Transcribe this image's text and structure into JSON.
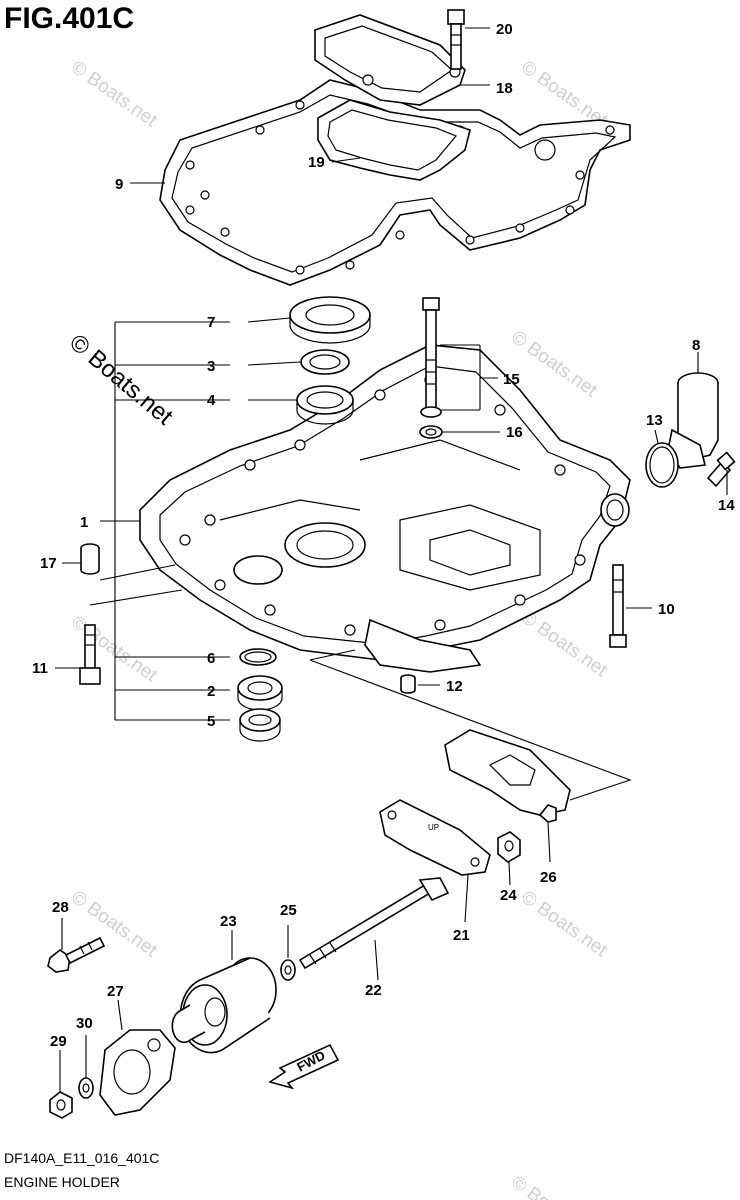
{
  "figure": {
    "title": "FIG.401C",
    "code": "DF140A_E11_016_401C",
    "caption": "ENGINE HOLDER"
  },
  "watermark": {
    "text": "© Boats.net",
    "color": "#cfcfcf"
  },
  "callouts": [
    "1",
    "2",
    "3",
    "4",
    "5",
    "6",
    "7",
    "8",
    "9",
    "10",
    "11",
    "12",
    "13",
    "14",
    "15",
    "16",
    "17",
    "18",
    "19",
    "20",
    "21",
    "22",
    "23",
    "24",
    "25",
    "26",
    "27",
    "28",
    "29",
    "30"
  ],
  "gasket_marking": "UP",
  "direction_arrow": "FWD"
}
